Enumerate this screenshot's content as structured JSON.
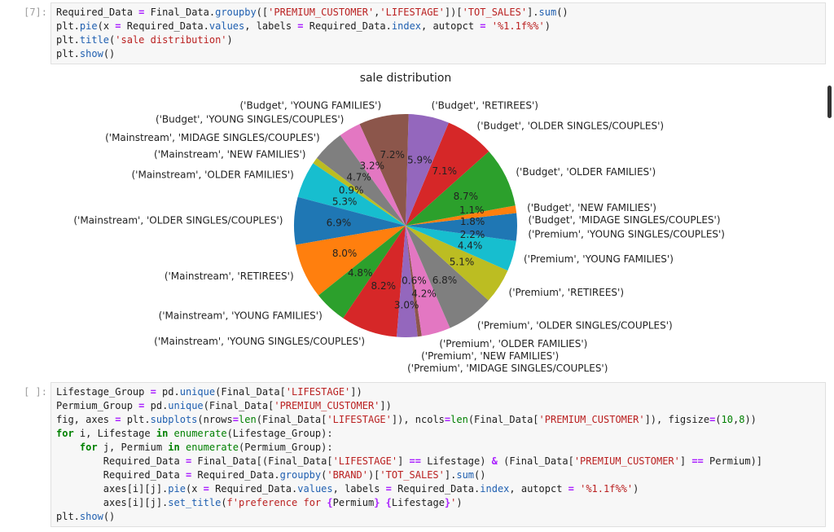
{
  "cells": [
    {
      "prompt": "[7]:",
      "lines": [
        [
          [
            "n",
            "Required_Data "
          ],
          [
            "o",
            "="
          ],
          [
            "n",
            " Final_Data."
          ],
          [
            "a",
            "groupby"
          ],
          [
            "n",
            "(["
          ],
          [
            "s",
            "'PREMIUM_CUSTOMER'"
          ],
          [
            "n",
            ","
          ],
          [
            "s",
            "'LIFESTAGE'"
          ],
          [
            "n",
            "])["
          ],
          [
            "s",
            "'TOT_SALES'"
          ],
          [
            "n",
            "]."
          ],
          [
            "a",
            "sum"
          ],
          [
            "n",
            "()"
          ]
        ],
        [
          [
            "n",
            "plt."
          ],
          [
            "a",
            "pie"
          ],
          [
            "n",
            "(x "
          ],
          [
            "o",
            "="
          ],
          [
            "n",
            " Required_Data."
          ],
          [
            "a",
            "values"
          ],
          [
            "n",
            ", labels "
          ],
          [
            "o",
            "="
          ],
          [
            "n",
            " Required_Data."
          ],
          [
            "a",
            "index"
          ],
          [
            "n",
            ", autopct "
          ],
          [
            "o",
            "="
          ],
          [
            "n",
            " "
          ],
          [
            "s",
            "'%1.1f%%'"
          ],
          [
            "n",
            ")"
          ]
        ],
        [
          [
            "n",
            "plt."
          ],
          [
            "a",
            "title"
          ],
          [
            "n",
            "("
          ],
          [
            "s",
            "'sale distribution'"
          ],
          [
            "n",
            ")"
          ]
        ],
        [
          [
            "n",
            "plt."
          ],
          [
            "a",
            "show"
          ],
          [
            "n",
            "()"
          ]
        ]
      ]
    },
    {
      "prompt": "[ ]:",
      "lines": [
        [
          [
            "n",
            "Lifestage_Group "
          ],
          [
            "o",
            "="
          ],
          [
            "n",
            " pd."
          ],
          [
            "a",
            "unique"
          ],
          [
            "n",
            "(Final_Data["
          ],
          [
            "s",
            "'LIFESTAGE'"
          ],
          [
            "n",
            "])"
          ]
        ],
        [
          [
            "n",
            "Permium_Group "
          ],
          [
            "o",
            "="
          ],
          [
            "n",
            " pd."
          ],
          [
            "a",
            "unique"
          ],
          [
            "n",
            "(Final_Data["
          ],
          [
            "s",
            "'PREMIUM_CUSTOMER'"
          ],
          [
            "n",
            "])"
          ]
        ],
        [
          [
            "n",
            "fig, axes "
          ],
          [
            "o",
            "="
          ],
          [
            "n",
            " plt."
          ],
          [
            "a",
            "subplots"
          ],
          [
            "n",
            "(nrows"
          ],
          [
            "o",
            "="
          ],
          [
            "b",
            "len"
          ],
          [
            "n",
            "(Final_Data["
          ],
          [
            "s",
            "'LIFESTAGE'"
          ],
          [
            "n",
            "]), ncols"
          ],
          [
            "o",
            "="
          ],
          [
            "b",
            "len"
          ],
          [
            "n",
            "(Final_Data["
          ],
          [
            "s",
            "'PREMIUM_CUSTOMER'"
          ],
          [
            "n",
            "]), figsize"
          ],
          [
            "o",
            "="
          ],
          [
            "n",
            "("
          ],
          [
            "b",
            "10"
          ],
          [
            "n",
            ","
          ],
          [
            "b",
            "8"
          ],
          [
            "n",
            "))"
          ]
        ],
        [
          [
            "k",
            "for"
          ],
          [
            "n",
            " i, Lifestage "
          ],
          [
            "k",
            "in"
          ],
          [
            "n",
            " "
          ],
          [
            "b",
            "enumerate"
          ],
          [
            "n",
            "(Lifestage_Group):"
          ]
        ],
        [
          [
            "n",
            "    "
          ],
          [
            "k",
            "for"
          ],
          [
            "n",
            " j, Permium "
          ],
          [
            "k",
            "in"
          ],
          [
            "n",
            " "
          ],
          [
            "b",
            "enumerate"
          ],
          [
            "n",
            "(Permium_Group):"
          ]
        ],
        [
          [
            "n",
            "        Required_Data "
          ],
          [
            "o",
            "="
          ],
          [
            "n",
            " Final_Data[(Final_Data["
          ],
          [
            "s",
            "'LIFESTAGE'"
          ],
          [
            "n",
            "] "
          ],
          [
            "o",
            "=="
          ],
          [
            "n",
            " Lifestage) "
          ],
          [
            "o",
            "&"
          ],
          [
            "n",
            " (Final_Data["
          ],
          [
            "s",
            "'PREMIUM_CUSTOMER'"
          ],
          [
            "n",
            "] "
          ],
          [
            "o",
            "=="
          ],
          [
            "n",
            " Permium)]"
          ]
        ],
        [
          [
            "n",
            "        Required_Data "
          ],
          [
            "o",
            "="
          ],
          [
            "n",
            " Required_Data."
          ],
          [
            "a",
            "groupby"
          ],
          [
            "n",
            "("
          ],
          [
            "s",
            "'BRAND'"
          ],
          [
            "n",
            ")["
          ],
          [
            "s",
            "'TOT_SALES'"
          ],
          [
            "n",
            "]."
          ],
          [
            "a",
            "sum"
          ],
          [
            "n",
            "()"
          ]
        ],
        [
          [
            "n",
            "        axes[i][j]."
          ],
          [
            "a",
            "pie"
          ],
          [
            "n",
            "(x "
          ],
          [
            "o",
            "="
          ],
          [
            "n",
            " Required_Data."
          ],
          [
            "a",
            "values"
          ],
          [
            "n",
            ", labels "
          ],
          [
            "o",
            "="
          ],
          [
            "n",
            " Required_Data."
          ],
          [
            "a",
            "index"
          ],
          [
            "n",
            ", autopct "
          ],
          [
            "o",
            "="
          ],
          [
            "n",
            " "
          ],
          [
            "s",
            "'%1.1f%%'"
          ],
          [
            "n",
            ")"
          ]
        ],
        [
          [
            "n",
            "        axes[i][j]."
          ],
          [
            "a",
            "set_title"
          ],
          [
            "n",
            "("
          ],
          [
            "s",
            "f'preference for "
          ],
          [
            "o",
            "{"
          ],
          [
            "n",
            "Permium"
          ],
          [
            "o",
            "}"
          ],
          [
            "s",
            " "
          ],
          [
            "o",
            "{"
          ],
          [
            "n",
            "Lifestage"
          ],
          [
            "o",
            "}"
          ],
          [
            "s",
            "'"
          ],
          [
            "n",
            ")"
          ]
        ],
        [
          [
            "n",
            "plt."
          ],
          [
            "a",
            "show"
          ],
          [
            "n",
            "()"
          ]
        ]
      ]
    }
  ],
  "chart_data": {
    "type": "pie",
    "title": "sale distribution",
    "start_angle_deg": 0,
    "direction": "counterclockwise",
    "labels": [
      "('Budget', 'MIDAGE SINGLES/COUPLES')",
      "('Budget', 'NEW FAMILIES')",
      "('Budget', 'OLDER FAMILIES')",
      "('Budget', 'OLDER SINGLES/COUPLES')",
      "('Budget', 'RETIREES')",
      "('Budget', 'YOUNG FAMILIES')",
      "('Budget', 'YOUNG SINGLES/COUPLES')",
      "('Mainstream', 'MIDAGE SINGLES/COUPLES')",
      "('Mainstream', 'NEW FAMILIES')",
      "('Mainstream', 'OLDER FAMILIES')",
      "('Mainstream', 'OLDER SINGLES/COUPLES')",
      "('Mainstream', 'RETIREES')",
      "('Mainstream', 'YOUNG FAMILIES')",
      "('Mainstream', 'YOUNG SINGLES/COUPLES')",
      "('Premium', 'MIDAGE SINGLES/COUPLES')",
      "('Premium', 'NEW FAMILIES')",
      "('Premium', 'OLDER FAMILIES')",
      "('Premium', 'OLDER SINGLES/COUPLES')",
      "('Premium', 'RETIREES')",
      "('Premium', 'YOUNG FAMILIES')",
      "('Premium', 'YOUNG SINGLES/COUPLES')"
    ],
    "values": [
      1.8,
      1.1,
      8.7,
      7.1,
      5.9,
      7.2,
      3.2,
      4.7,
      0.9,
      5.3,
      6.9,
      8.0,
      4.8,
      8.2,
      3.0,
      0.6,
      4.2,
      6.8,
      5.1,
      4.4,
      2.2
    ],
    "colors": [
      "#1f77b4",
      "#ff7f0e",
      "#2ca02c",
      "#d62728",
      "#9467bd",
      "#8c564b",
      "#e377c2",
      "#7f7f7f",
      "#bcbd22",
      "#17becf"
    ]
  }
}
